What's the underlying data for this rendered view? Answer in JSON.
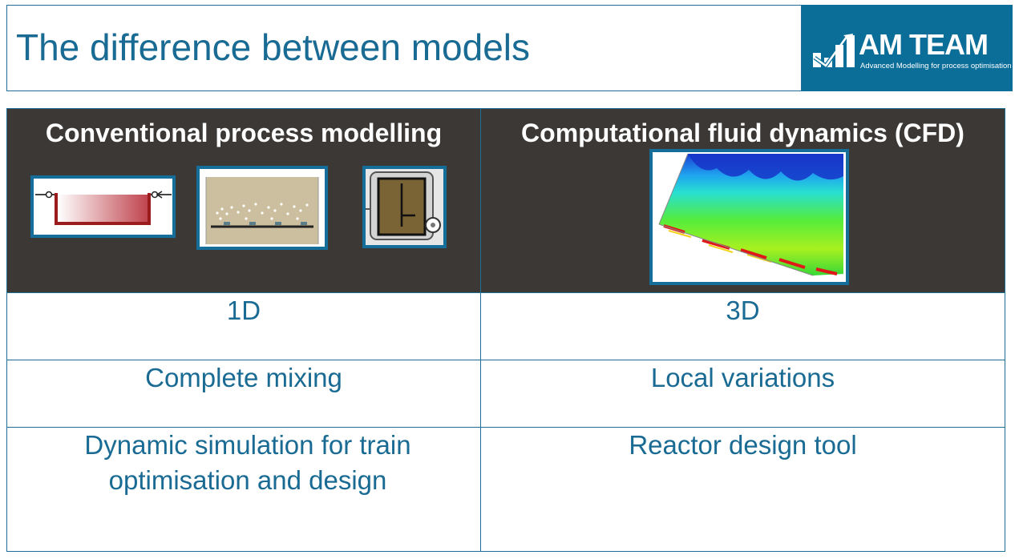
{
  "header": {
    "title": "The difference between models",
    "logo": {
      "name": "AM TEAM",
      "tagline": "Advanced Modelling for process optimisation"
    }
  },
  "table": {
    "columns": [
      {
        "heading": "Conventional process modelling"
      },
      {
        "heading": "Computational fluid dynamics (CFD)"
      }
    ],
    "rows": [
      {
        "left": "1D",
        "right": "3D"
      },
      {
        "left": "Complete mixing",
        "right": "Local variations"
      },
      {
        "left": "Dynamic simulation for train optimisation and design",
        "right": "Reactor design tool"
      }
    ]
  },
  "colors": {
    "accent": "#1a6b94",
    "header_bg": "#3b3836",
    "logo_bg": "#0b6e99"
  }
}
